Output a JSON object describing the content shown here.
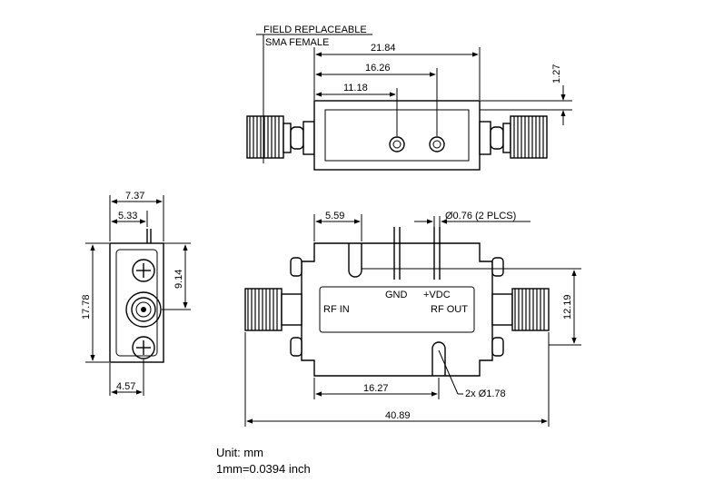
{
  "callouts": {
    "connector_line1": "FIELD REPLACEABLE",
    "connector_line2": "SMA FEMALE",
    "pin_diameter": "Ø0.76 (2 PLCS)",
    "hole_diameter": "2x Ø1.78"
  },
  "top_view": {
    "dim_overall": "21.84",
    "dim_pin2": "16.26",
    "dim_pin1": "11.18",
    "dim_thickness": "1.27"
  },
  "end_view": {
    "dim_width": "7.37",
    "dim_pin_offset": "5.33",
    "dim_center_height": "9.14",
    "dim_height": "17.78",
    "dim_bottom_offset": "4.57"
  },
  "front_view": {
    "dim_pin_from_edge": "5.59",
    "dim_hole_from_edge": "16.27",
    "dim_rf_height": "12.19",
    "dim_overall_length": "40.89",
    "label_gnd": "GND",
    "label_vdc": "+VDC",
    "label_rf_in": "RF IN",
    "label_rf_out": "RF OUT"
  },
  "notes": {
    "unit_line": "Unit: mm",
    "conversion_line": "1mm=0.0394 inch"
  }
}
